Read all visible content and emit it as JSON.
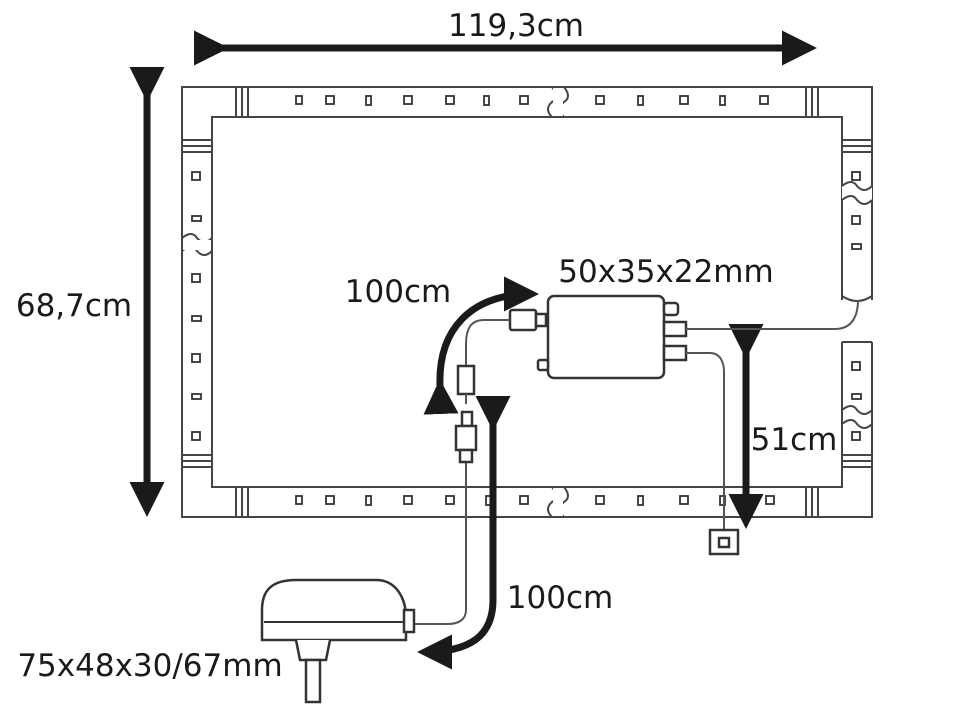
{
  "labels": {
    "width": "119,3cm",
    "height": "68,7cm",
    "controller_cable": "100cm",
    "controller_size": "50x35x22mm",
    "sensor_cable": "51cm",
    "psu_cable": "100cm",
    "psu_size": "75x48x30/67mm"
  },
  "colors": {
    "line": "#1a1a1a",
    "strip": "#444444"
  }
}
